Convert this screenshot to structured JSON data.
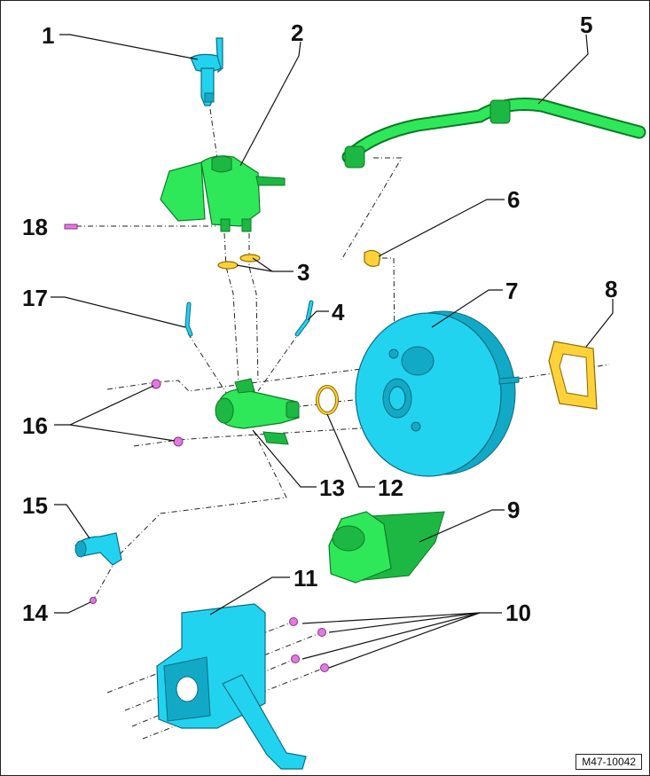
{
  "callouts": [
    "1",
    "2",
    "3",
    "4",
    "5",
    "6",
    "7",
    "8",
    "9",
    "10",
    "11",
    "12",
    "13",
    "14",
    "15",
    "16",
    "17",
    "18"
  ],
  "reference": "M47-10042",
  "colors": {
    "blue_part": "#22d3f0",
    "green_part": "#2ee85a",
    "seal": "#ffd23a",
    "fastener": "#e07ae0"
  }
}
